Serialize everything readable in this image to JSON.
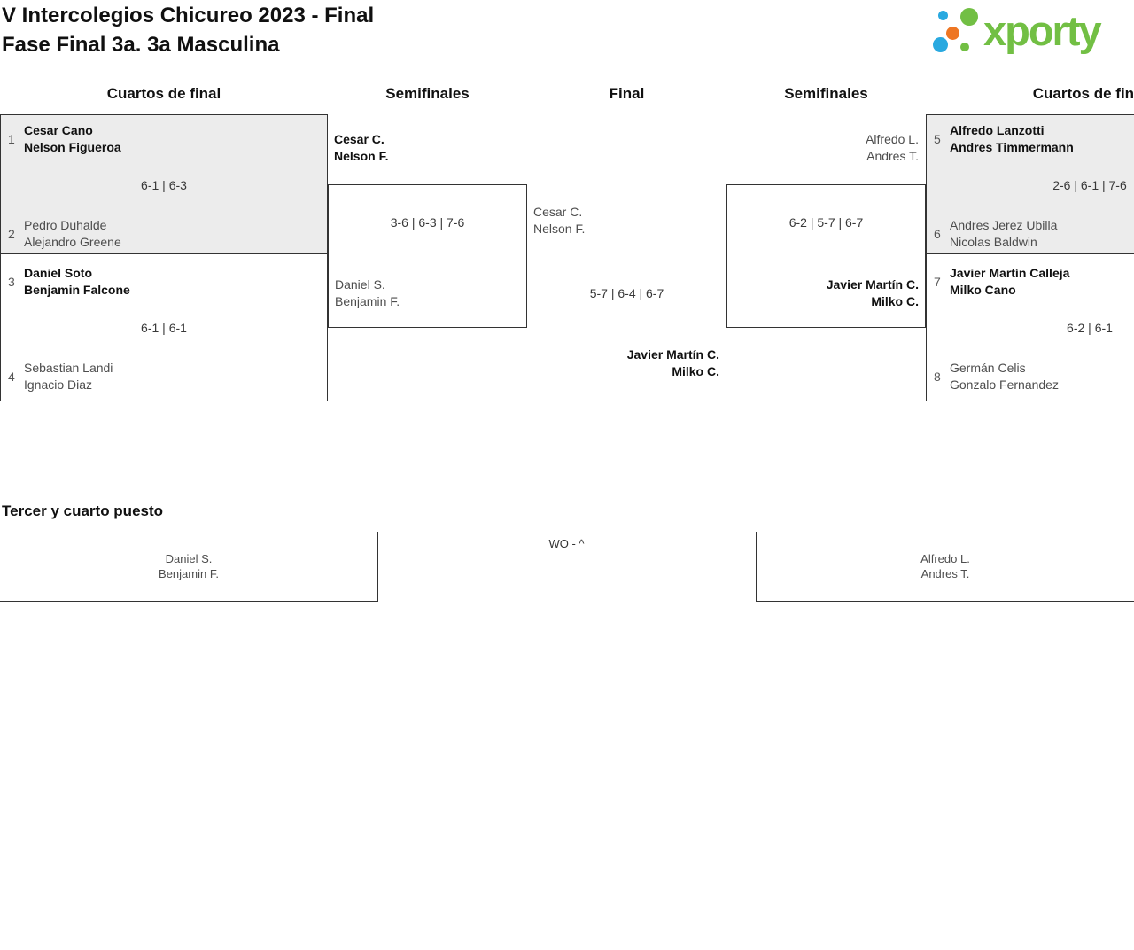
{
  "header": {
    "title_line1": "V Intercolegios Chicureo 2023 - Final",
    "title_line2": "Fase Final 3a. 3a Masculina",
    "logo_text": "xporty"
  },
  "colors": {
    "logo_green": "#72BF44",
    "logo_blue": "#29A9E0",
    "logo_orange": "#EE7623",
    "match_shade": "#ECECEC",
    "bracket_line": "#333333"
  },
  "round_headers": [
    "Cuartos de final",
    "Semifinales",
    "Final",
    "Semifinales",
    "Cuartos de final"
  ],
  "quarterfinals": [
    {
      "seed_a": "1",
      "team_a_1": "Cesar Cano",
      "team_a_2": "Nelson Figueroa",
      "score": "6-1 | 6-3",
      "seed_b": "2",
      "team_b_1": "Pedro Duhalde",
      "team_b_2": "Alejandro Greene"
    },
    {
      "seed_a": "3",
      "team_a_1": "Daniel Soto",
      "team_a_2": "Benjamin Falcone",
      "score": "6-1 | 6-1",
      "seed_b": "4",
      "team_b_1": "Sebastian Landi",
      "team_b_2": "Ignacio Diaz"
    },
    {
      "seed_a": "5",
      "team_a_1": "Alfredo Lanzotti",
      "team_a_2": "Andres Timmermann",
      "score": "2-6 | 6-1 | 7-6",
      "seed_b": "6",
      "team_b_1": "Andres Jerez Ubilla",
      "team_b_2": "Nicolas Baldwin"
    },
    {
      "seed_a": "7",
      "team_a_1": "Javier Martín Calleja",
      "team_a_2": "Milko Cano",
      "score": "6-2 | 6-1",
      "seed_b": "8",
      "team_b_1": "Germán Celis",
      "team_b_2": "Gonzalo Fernandez"
    }
  ],
  "semifinals": [
    {
      "top_1": "Cesar C.",
      "top_2": "Nelson F.",
      "score": "3-6 | 6-3 | 7-6",
      "bottom_1": "Daniel S.",
      "bottom_2": "Benjamin F."
    },
    {
      "top_1": "Alfredo L.",
      "top_2": "Andres T.",
      "score": "6-2 | 5-7 | 6-7",
      "bottom_1": "Javier Martín C.",
      "bottom_2": "Milko C."
    }
  ],
  "final": {
    "top_1": "Cesar C.",
    "top_2": "Nelson F.",
    "score": "5-7 | 6-4 | 6-7",
    "bottom_1": "Javier Martín C.",
    "bottom_2": "Milko C."
  },
  "third_place": {
    "heading": "Tercer y cuarto puesto",
    "left_1": "Daniel S.",
    "left_2": "Benjamin F.",
    "score": "WO - ^",
    "right_1": "Alfredo L.",
    "right_2": "Andres T."
  }
}
